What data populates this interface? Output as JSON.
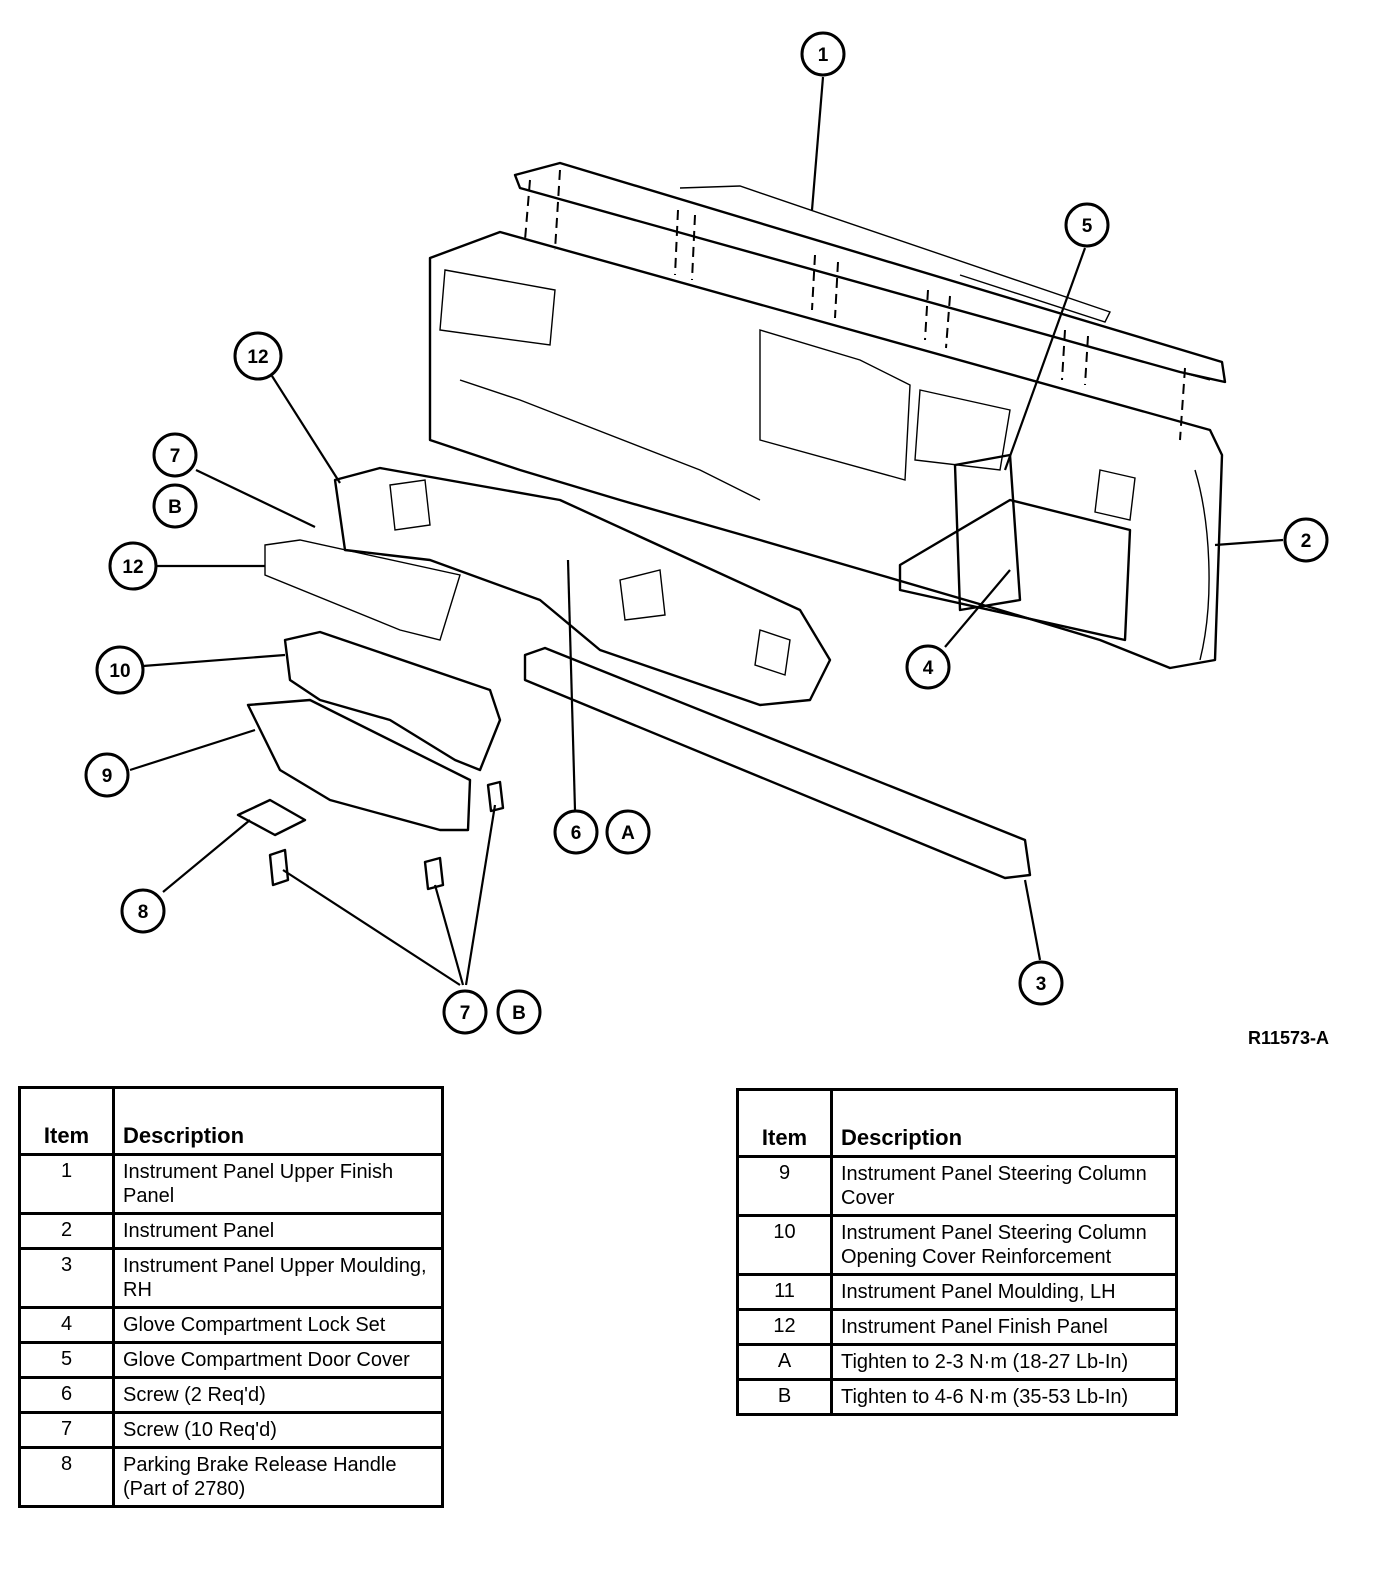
{
  "figure_ref": "R11573-A",
  "callouts": [
    {
      "id": "c1",
      "label": "1"
    },
    {
      "id": "c2",
      "label": "2"
    },
    {
      "id": "c3",
      "label": "3"
    },
    {
      "id": "c4",
      "label": "4"
    },
    {
      "id": "c5",
      "label": "5"
    },
    {
      "id": "c6",
      "label": "6"
    },
    {
      "id": "cA",
      "label": "A"
    },
    {
      "id": "c7a",
      "label": "7"
    },
    {
      "id": "cBa",
      "label": "B"
    },
    {
      "id": "c7b",
      "label": "7"
    },
    {
      "id": "cBb",
      "label": "B"
    },
    {
      "id": "c8",
      "label": "8"
    },
    {
      "id": "c9",
      "label": "9"
    },
    {
      "id": "c10",
      "label": "10"
    },
    {
      "id": "c12a",
      "label": "12"
    },
    {
      "id": "c12b",
      "label": "12"
    }
  ],
  "legend": {
    "item_header": "Item",
    "description_header": "Description",
    "left_rows": [
      {
        "item": "1",
        "description": "Instrument Panel Upper Finish Panel"
      },
      {
        "item": "2",
        "description": "Instrument Panel"
      },
      {
        "item": "3",
        "description": "Instrument Panel Upper Moulding, RH"
      },
      {
        "item": "4",
        "description": "Glove Compartment Lock Set"
      },
      {
        "item": "5",
        "description": "Glove Compartment Door Cover"
      },
      {
        "item": "6",
        "description": "Screw (2 Req'd)"
      },
      {
        "item": "7",
        "description": "Screw (10 Req'd)"
      },
      {
        "item": "8",
        "description": "Parking Brake Release Handle (Part of 2780)"
      }
    ],
    "right_rows": [
      {
        "item": "9",
        "description": "Instrument Panel Steering Column Cover"
      },
      {
        "item": "10",
        "description": "Instrument Panel Steering Column Opening Cover Reinforcement"
      },
      {
        "item": "11",
        "description": "Instrument Panel Moulding, LH"
      },
      {
        "item": "12",
        "description": "Instrument Panel Finish Panel"
      },
      {
        "item": "A",
        "description": "Tighten to 2-3 N·m (18-27 Lb-In)"
      },
      {
        "item": "B",
        "description": "Tighten to 4-6 N·m (35-53 Lb-In)"
      }
    ]
  }
}
